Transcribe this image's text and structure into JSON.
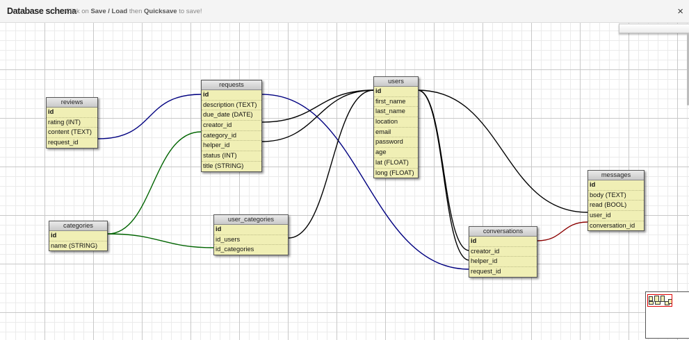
{
  "header": {
    "title": "Database schema",
    "hint_prefix": "Click on ",
    "hint_action": "Save / Load",
    "hint_middle": " then ",
    "hint_quicksave": "Quicksave",
    "hint_suffix": " to save!",
    "close_label": "×"
  },
  "colors": {
    "relation_blue": "#000080",
    "relation_green": "#006400",
    "relation_black": "#000000",
    "relation_red": "#8b0000",
    "table_body": "#f0efb5"
  },
  "tables": {
    "reviews": {
      "title": "reviews",
      "rows": [
        "id",
        "rating (INT)",
        "content (TEXT)",
        "request_id"
      ]
    },
    "requests": {
      "title": "requests",
      "rows": [
        "id",
        "description (TEXT)",
        "due_date (DATE)",
        "creator_id",
        "category_id",
        "helper_id",
        "status (INT)",
        "title (STRING)"
      ]
    },
    "users": {
      "title": "users",
      "rows": [
        "id",
        "first_name",
        "last_name",
        "location",
        "email",
        "password",
        "age",
        "lat (FLOAT)",
        "long (FLOAT)"
      ]
    },
    "categories": {
      "title": "categories",
      "rows": [
        "id",
        "name (STRING)"
      ]
    },
    "user_categories": {
      "title": "user_categories",
      "rows": [
        "id",
        "id_users",
        "id_categories"
      ]
    },
    "conversations": {
      "title": "conversations",
      "rows": [
        "id",
        "creator_id",
        "helper_id",
        "request_id"
      ]
    },
    "messages": {
      "title": "messages",
      "rows": [
        "id",
        "body (TEXT)",
        "read (BOOL)",
        "user_id",
        "conversation_id"
      ]
    }
  }
}
